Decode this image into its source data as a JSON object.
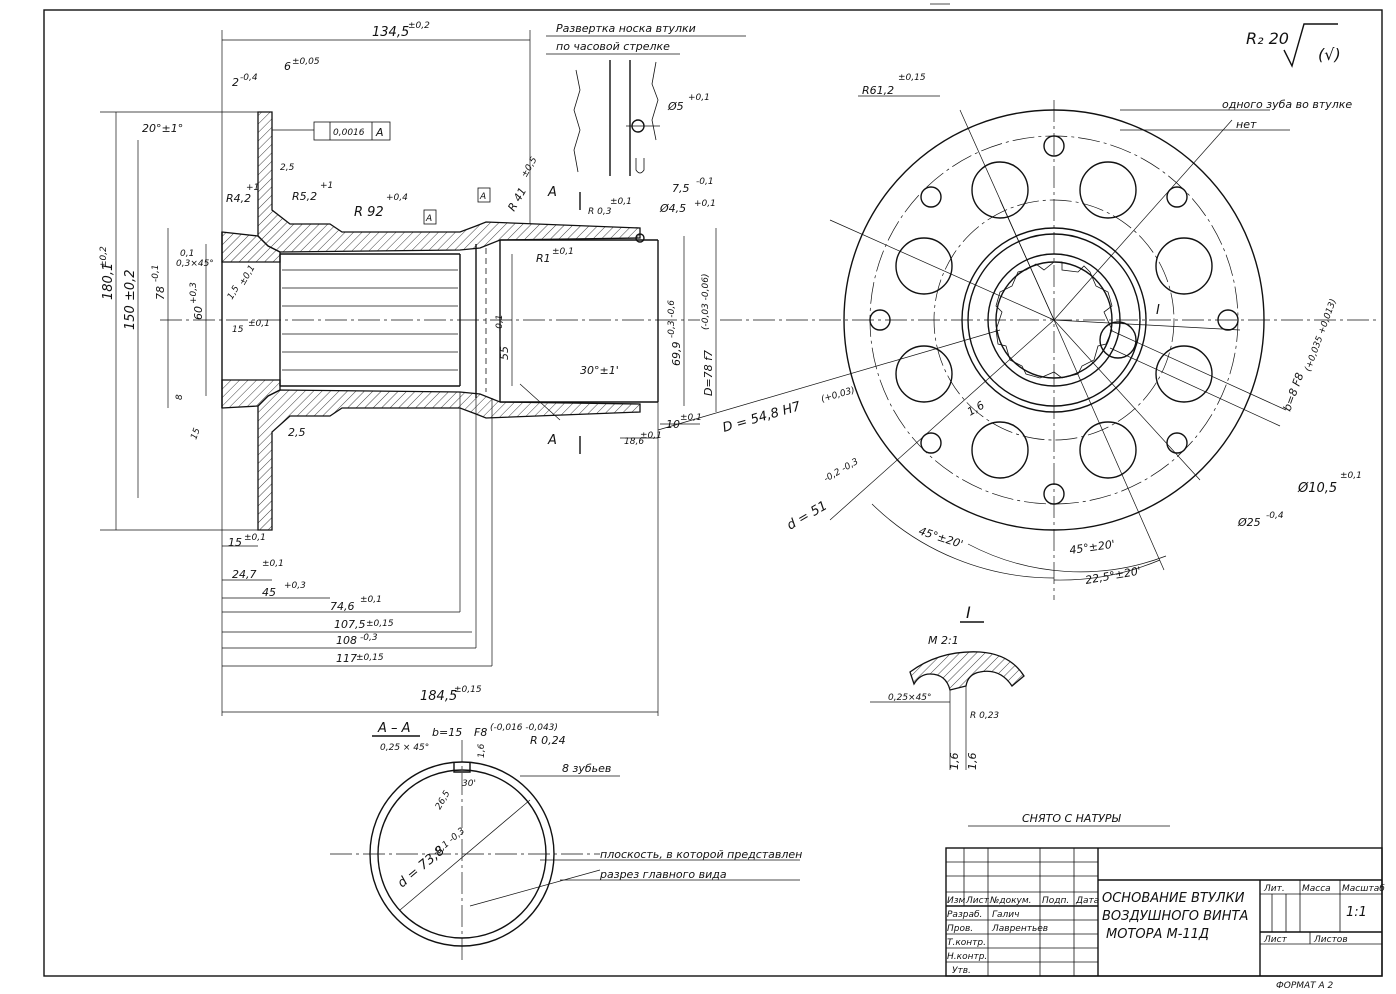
{
  "drawing": {
    "title_lines": [
      "ОСНОВАНИЕ ВТУЛКИ",
      "ВОЗДУШНОГО ВИНТА",
      "МОТОРА  М-11Д"
    ],
    "roughness": "R₂ 20",
    "roughness_symbol": "(√)",
    "note_unfold": "Развертка носка втулки",
    "note_unfold_2": "по часовой стрелке",
    "note_tooth": "одного зуба во втулке",
    "note_tooth_2": "нет",
    "note_natural": "СНЯТО  С  НАТУРЫ",
    "note_plane": "плоскость, в которой представлен",
    "note_plane_2": "разрез главного вида",
    "format": "ФОРМАТ  А 2"
  },
  "dims_main": {
    "d134": "134,5",
    "d134_tol": "±0,2",
    "d6": "6",
    "d6_tol": "±0,05",
    "d2": "2",
    "d2_tol": "-0,4",
    "ang20": "20°±1°",
    "tolframe_val": "0,0016",
    "tolframe_base": "A",
    "d25": "2,5",
    "r42": "R4,2",
    "r42_tol": "+1",
    "r52": "R5,2",
    "r52_tol": "+1",
    "r92": "R 92",
    "r92_tol": "+0,4",
    "r41": "R 41",
    "r41_tol": "±0,5",
    "r1": "R1",
    "r1_tol": "±0,1",
    "d180": "180,1",
    "d180_tol": "±0,2",
    "d150": "150 ±0,2",
    "d78": "78",
    "d78_tol": "-0,1",
    "d60": "60",
    "d60_tol": "+0,3",
    "d01": "0,1",
    "d03": "0,3×45°",
    "d15": "1,5",
    "d15_tol": "±0,1",
    "d8": "8",
    "d15b": "15",
    "d55": "55",
    "d55_tol": "-0,1",
    "d69": "69,9",
    "d69_tol": "-0,3 -0,6",
    "dD78": "D=78 f7",
    "dD78_tol": "(-0,03 -0,06)",
    "d30": "30°±1'",
    "d10": "10",
    "d10_tol": "±0,1",
    "d186": "18,6",
    "d186_tol": "±0,1",
    "d75": "7,5",
    "d75_tol": "-0,1",
    "r03": "R 0,3",
    "r03_tol": "±0,1",
    "d45": "Ø4,5",
    "d45_tol": "+0,1",
    "d5": "Ø5",
    "d5_tol": "+0,1",
    "sec_a": "A",
    "d15c": "15",
    "d15c_tol": "±0,1",
    "d247": "24,7",
    "d247_tol": "±0,1",
    "d45b": "45",
    "d45b_tol": "+0,3",
    "d746": "74,6",
    "d746_tol": "±0,1",
    "d1075": "107,5",
    "d1075_tol": "±0,15",
    "d108": "108",
    "d108_tol": "-0,3",
    "d117": "117",
    "d117_tol": "±0,15",
    "d1845": "184,5",
    "d1845_tol": "±0,15",
    "d548": "D = 54,8  H7",
    "d548_tol": "(+0,03)",
    "d25b": "2,5"
  },
  "dims_flange": {
    "r612": "R61,2",
    "r612_tol": "±0,15",
    "d51": "d = 51",
    "d51_tol": "-0,2 -0,3",
    "d16": "1,6",
    "ang45a": "45°±20'",
    "ang45b": "45°±20'",
    "ang225": "22,5°±20'",
    "d105": "Ø10,5",
    "d105_tol": "±0,1",
    "d25": "Ø25",
    "d25_tol": "-0,4",
    "b8": "b=8  F8",
    "b8_tol": "(+0,035 +0,013)",
    "detail_mark": "I"
  },
  "detail_view": {
    "label": "I",
    "scale": "M 2:1",
    "chamfer": "0,25×45°",
    "radius": "R 0,23",
    "d16a": "1,6",
    "d16b": "1,6"
  },
  "section_aa": {
    "label": "A – A",
    "chamfer": "0,25 × 45°",
    "b15": "b=15",
    "f8": "F8",
    "f8_tol": "(-0,016 -0,043)",
    "r024": "R 0,24",
    "teeth": "8 зубьев",
    "d16": "1,6",
    "ang30": "30'",
    "d265": "26,5",
    "d738": "d = 73,8",
    "d738_tol": "-0,1 -0,3"
  },
  "title_block": {
    "row_labels": [
      "Изм",
      "Лист",
      "№докум.",
      "Подп.",
      "Дата"
    ],
    "developed_label": "Разраб.",
    "developed_name": "Галич",
    "checked_label": "Пров.",
    "checked_name": "Лаврентьев",
    "tcontrol_label": "Т.контр.",
    "ncontrol_label": "Н.контр.",
    "approved_label": "Утв.",
    "lit_label": "Лит.",
    "mass_label": "Масса",
    "scale_label": "Масштаб",
    "scale_value": "1:1",
    "sheet_label": "Лист",
    "sheets_label": "Листов"
  }
}
